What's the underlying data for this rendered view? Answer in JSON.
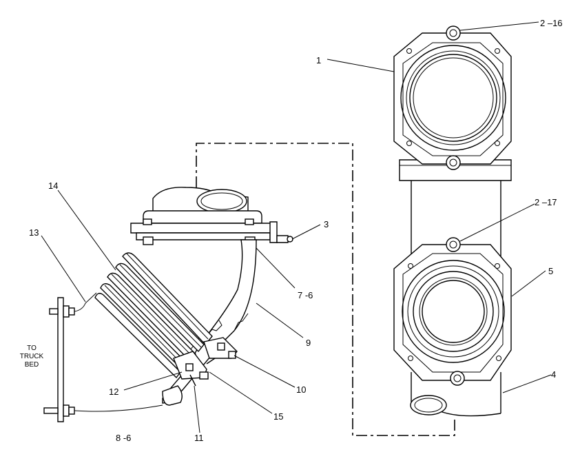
{
  "callouts": {
    "c1": "1",
    "c2_16": "2 –16",
    "c2_17": "2 –17",
    "c3": "3",
    "c4": "4",
    "c5": "5",
    "c7_6": "7 -6",
    "c8_6": "8  -6",
    "c9": "9",
    "c10": "10",
    "c11": "11",
    "c12": "12",
    "c13": "13",
    "c14": "14",
    "c15": "15"
  },
  "note": {
    "line1": "TO",
    "line2": "TRUCK",
    "line3": "BED"
  }
}
